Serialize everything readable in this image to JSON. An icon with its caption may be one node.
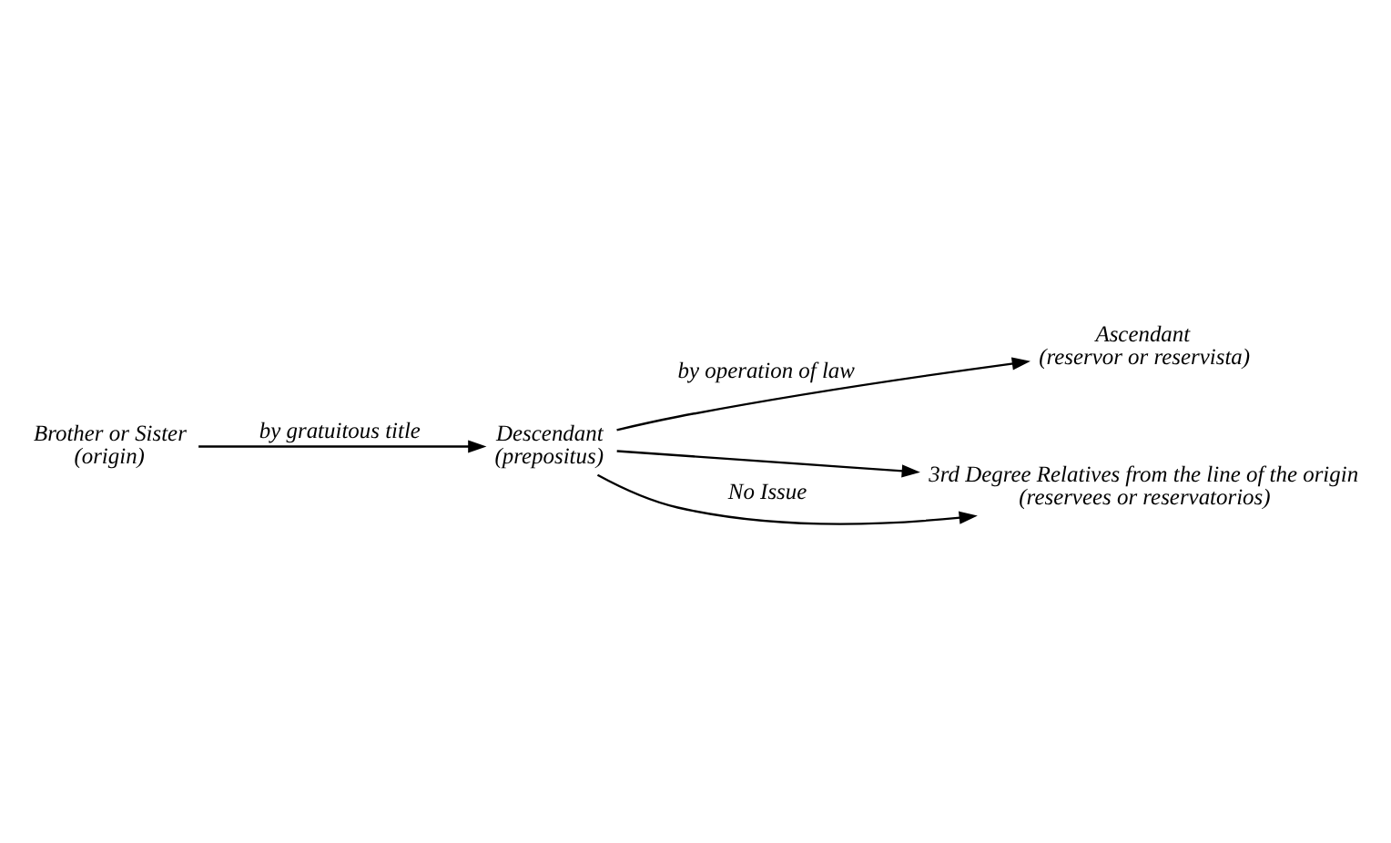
{
  "diagram": {
    "nodes": [
      {
        "text": [
          "Brother or Sister",
          "(origin)"
        ]
      },
      {
        "text": [
          "Descendant",
          "(prepositus)"
        ]
      },
      {
        "text": [
          "Ascendant",
          "(reservor or reservista)"
        ]
      },
      {
        "text": [
          "3rd Degree Relatives from the line of the origin",
          "(reservees or reservatorios)"
        ]
      }
    ],
    "edges": [
      {
        "from": 0,
        "to": 1,
        "arrow": "to",
        "label": "by gratuitous title"
      },
      {
        "from": 1,
        "to": 2,
        "arrow": "to",
        "label": "by operation of law"
      },
      {
        "from": 1,
        "to": 3,
        "arrow": "to"
      },
      {
        "from": 1,
        "to": 3,
        "arrow": "to",
        "label": "No Issue"
      }
    ]
  }
}
